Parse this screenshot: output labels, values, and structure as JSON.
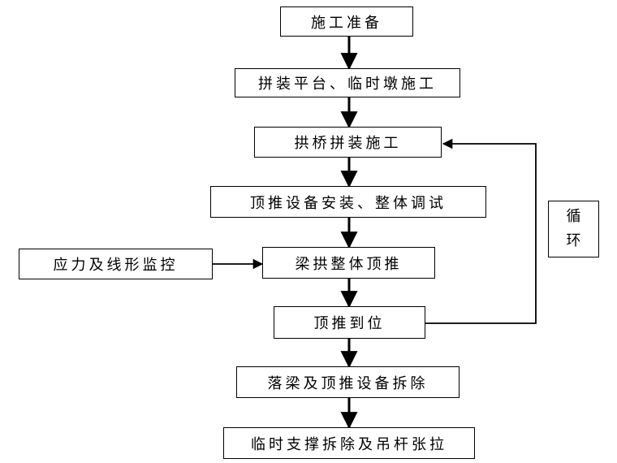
{
  "flowchart": {
    "steps": [
      "施工准备",
      "拼装平台、临时墩施工",
      "拱桥拼装施工",
      "顶推设备安装、整体调试",
      "梁拱整体顶推",
      "顶推到位",
      "落梁及顶推设备拆除",
      "临时支撑拆除及吊杆张拉"
    ],
    "side_input": "应力及线形监控",
    "loop_label": [
      "循",
      "环"
    ]
  }
}
